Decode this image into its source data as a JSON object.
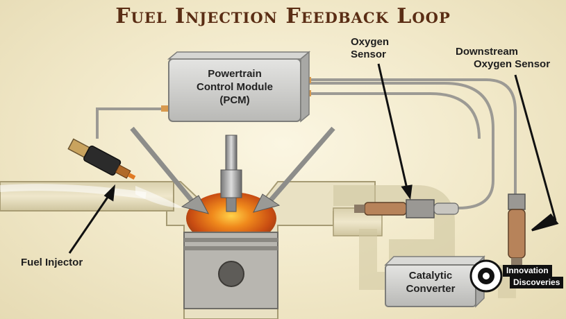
{
  "title": "Fuel Injection Feedback Loop",
  "labels": {
    "pcm_line1": "Powertrain",
    "pcm_line2": "Control Module",
    "pcm_line3": "(PCM)",
    "oxygen_sensor_line1": "Oxygen",
    "oxygen_sensor_line2": "Sensor",
    "downstream_line1": "Downstream",
    "downstream_line2": "Oxygen Sensor",
    "fuel_injector": "Fuel Injector",
    "catalytic_line1": "Catalytic",
    "catalytic_line2": "Converter"
  },
  "watermark": {
    "line1": "Innovation",
    "line2": "Discoveries"
  }
}
